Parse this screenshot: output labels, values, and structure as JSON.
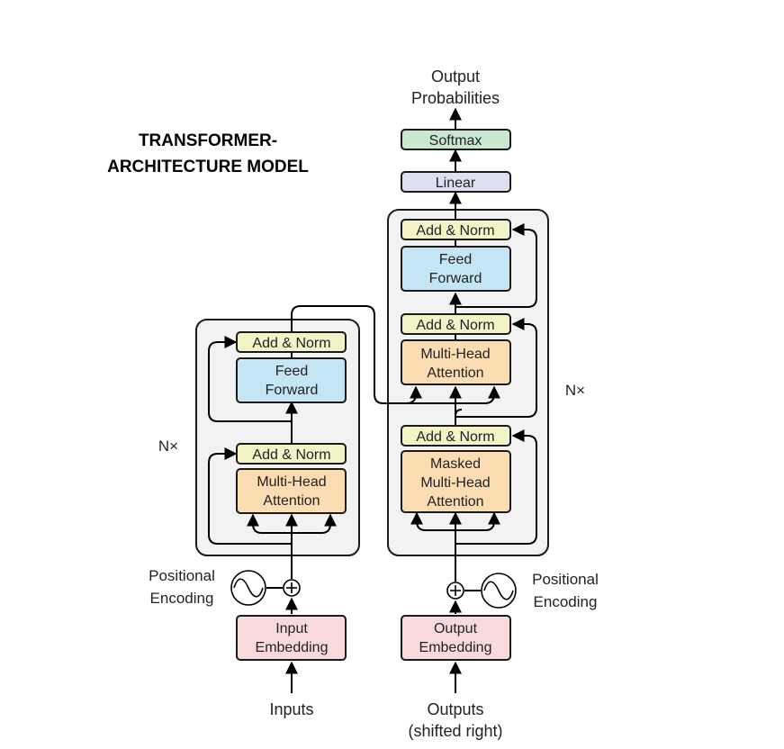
{
  "title": {
    "line1": "TRANSFORMER-",
    "line2": "ARCHITECTURE MODEL"
  },
  "colors": {
    "add_norm": "#f2f3c6",
    "feed_forward": "#c4e6f4",
    "attention": "#fcdcb3",
    "embedding": "#f8dadc",
    "linear": "#dfdff2",
    "softmax": "#cae7cf",
    "stack_bg": "#f2f2f2"
  },
  "encoder": {
    "add_norm_top": "Add & Norm",
    "feed_forward": [
      "Feed",
      "Forward"
    ],
    "add_norm_bottom": "Add & Norm",
    "attention": [
      "Multi-Head",
      "Attention"
    ],
    "repeat": "N×",
    "positional_encoding": [
      "Positional",
      "Encoding"
    ],
    "embedding": [
      "Input",
      "Embedding"
    ],
    "input_label": "Inputs"
  },
  "decoder": {
    "add_norm_top": "Add & Norm",
    "feed_forward": [
      "Feed",
      "Forward"
    ],
    "add_norm_mid": "Add & Norm",
    "cross_attention": [
      "Multi-Head",
      "Attention"
    ],
    "add_norm_bottom": "Add & Norm",
    "masked_attention": [
      "Masked",
      "Multi-Head",
      "Attention"
    ],
    "repeat": "N×",
    "positional_encoding": [
      "Positional",
      "Encoding"
    ],
    "embedding": [
      "Output",
      "Embedding"
    ],
    "input_label": [
      "Outputs",
      "(shifted right)"
    ]
  },
  "head": {
    "linear": "Linear",
    "softmax": "Softmax",
    "output_label": [
      "Output",
      "Probabilities"
    ]
  }
}
